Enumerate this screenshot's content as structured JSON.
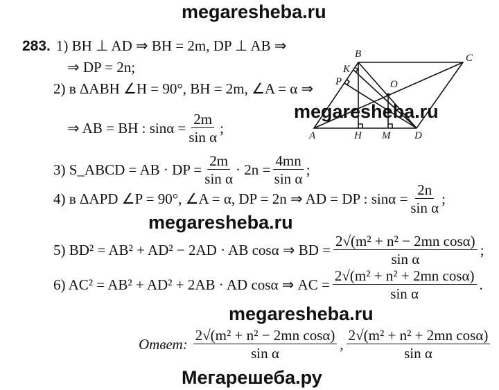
{
  "watermarks": {
    "top": "megaresheba.ru",
    "mid1": "megaresheba.ru",
    "mid2": "megaresheba.ru",
    "mid3": "megaresheba.ru",
    "bottom": "Мегарешеба.ру"
  },
  "problem_number": "283.",
  "lines": {
    "l1": "1) BH ⊥ AD ⇒ BH = 2m, DP ⊥ AB ⇒",
    "l1b": "⇒ DP = 2n;",
    "l2": "2) в ΔABH ∠H = 90°, BH = 2m, ∠A = α ⇒",
    "l2b_pre": "⇒ AB = BH : sinα =",
    "l2b_num": "2m",
    "l2b_den": "sin α",
    "l2b_post": ";",
    "l3_pre": "3) S_ABCD = AB · DP =",
    "l3_num1": "2m",
    "l3_den1": "sin α",
    "l3_mid": "· 2n =",
    "l3_num2": "4mn",
    "l3_den2": "sin α",
    "l3_post": ";",
    "l4_pre": "4) в ΔAPD ∠P = 90°, ∠A = α, DP = 2n ⇒ AD = DP : sinα =",
    "l4_num": "2n",
    "l4_den": "sin α",
    "l4_post": ";",
    "l5_pre": "5) BD² = AB² + AD² − 2AD · AB cosα ⇒ BD =",
    "l5_num": "2√(m² + n² − 2mn cosα)",
    "l5_den": "sin α",
    "l5_post": ";",
    "l6_pre": "6) AC² = AB² + AD² + 2AB · AD cosα ⇒ AC =",
    "l6_num": "2√(m² + n² + 2mn cosα)",
    "l6_den": "sin α",
    "l6_post": ".",
    "answer_label": "Ответ:",
    "ans1_num": "2√(m² + n² − 2mn cosα)",
    "ans1_den": "sin α",
    "ans_sep": ",",
    "ans2_num": "2√(m² + n² + 2mn cosα)",
    "ans2_den": "sin α"
  },
  "figure": {
    "labels": {
      "A": "A",
      "B": "B",
      "C": "C",
      "D": "D",
      "H": "H",
      "M": "M",
      "O": "O",
      "K": "K",
      "P": "P"
    }
  }
}
